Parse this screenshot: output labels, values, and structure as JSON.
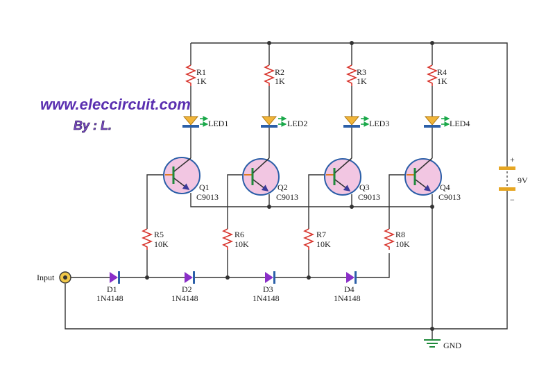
{
  "brand": {
    "site": "www.eleccircuit.com",
    "author": "By : L."
  },
  "resistors": [
    {
      "ref": "R1",
      "value": "1K"
    },
    {
      "ref": "R2",
      "value": "1K"
    },
    {
      "ref": "R3",
      "value": "1K"
    },
    {
      "ref": "R4",
      "value": "1K"
    },
    {
      "ref": "R5",
      "value": "10K"
    },
    {
      "ref": "R6",
      "value": "10K"
    },
    {
      "ref": "R7",
      "value": "10K"
    },
    {
      "ref": "R8",
      "value": "10K"
    }
  ],
  "leds": [
    "LED1",
    "LED2",
    "LED3",
    "LED4"
  ],
  "transistors": [
    {
      "ref": "Q1",
      "part": "C9013"
    },
    {
      "ref": "Q2",
      "part": "C9013"
    },
    {
      "ref": "Q3",
      "part": "C9013"
    },
    {
      "ref": "Q4",
      "part": "C9013"
    }
  ],
  "diodes": [
    {
      "ref": "D1",
      "part": "1N4148"
    },
    {
      "ref": "D2",
      "part": "1N4148"
    },
    {
      "ref": "D3",
      "part": "1N4148"
    },
    {
      "ref": "D4",
      "part": "1N4148"
    }
  ],
  "battery": {
    "voltage": "9V",
    "plus": "+",
    "minus": "−"
  },
  "input_label": "Input",
  "ground_label": "GND",
  "colors": {
    "brand_blue": "#5a2fb0",
    "resistor": "#d8342c",
    "transistor_fill": "#f2c6e2",
    "transistor_ring": "#2b5fa8",
    "led_body": "#f1b53a",
    "led_arrow": "#1aa84a",
    "diode_fill": "#8a2fc8",
    "wire": "#333333"
  }
}
